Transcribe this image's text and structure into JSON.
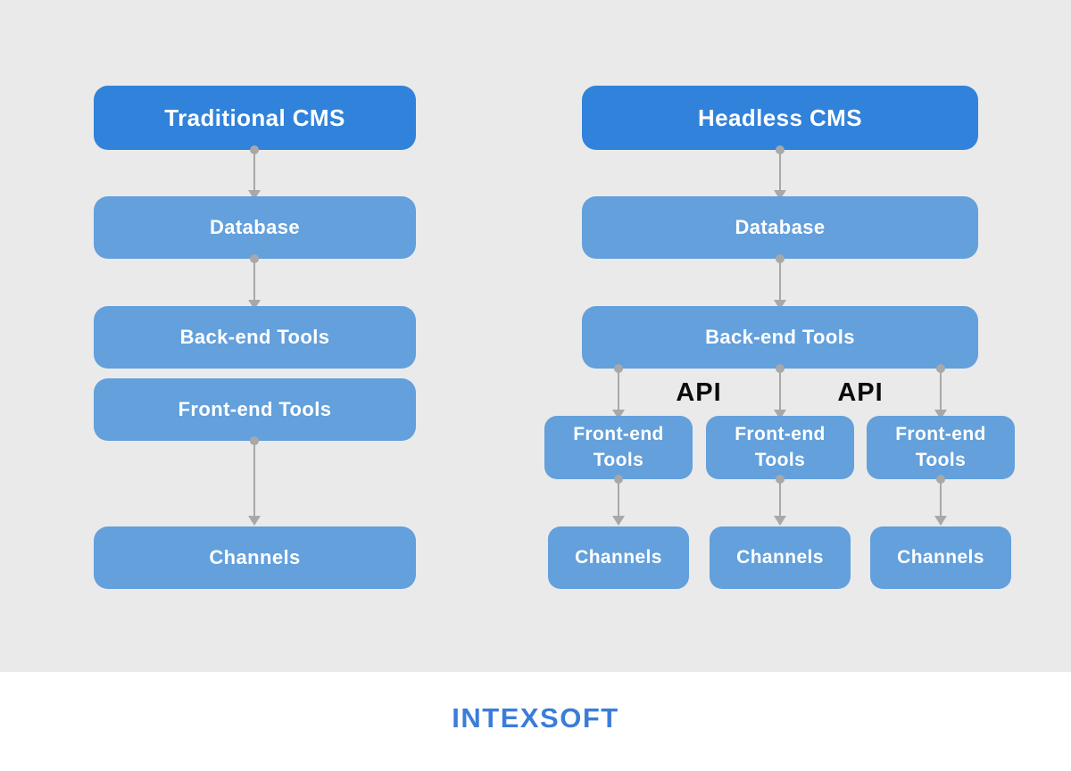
{
  "colors": {
    "background_gray": "#EAEAEA",
    "primary_blue": "#3182DA",
    "light_blue": "#63A0DC",
    "arrow_gray": "#A8A8A8",
    "api_text": "#0B0B0B",
    "logo_blue": "#3B7DD8"
  },
  "left": {
    "title": "Traditional CMS",
    "database": "Database",
    "backend": "Back-end Tools",
    "frontend": "Front-end Tools",
    "channels": "Channels"
  },
  "right": {
    "title": "Headless CMS",
    "database": "Database",
    "backend": "Back-end Tools",
    "api_left": "API",
    "api_right": "API",
    "branches": [
      {
        "frontend": "Front-end Tools",
        "channels": "Channels"
      },
      {
        "frontend": "Front-end Tools",
        "channels": "Channels"
      },
      {
        "frontend": "Front-end Tools",
        "channels": "Channels"
      }
    ]
  },
  "footer": {
    "logo": "INTEXSOFT"
  }
}
